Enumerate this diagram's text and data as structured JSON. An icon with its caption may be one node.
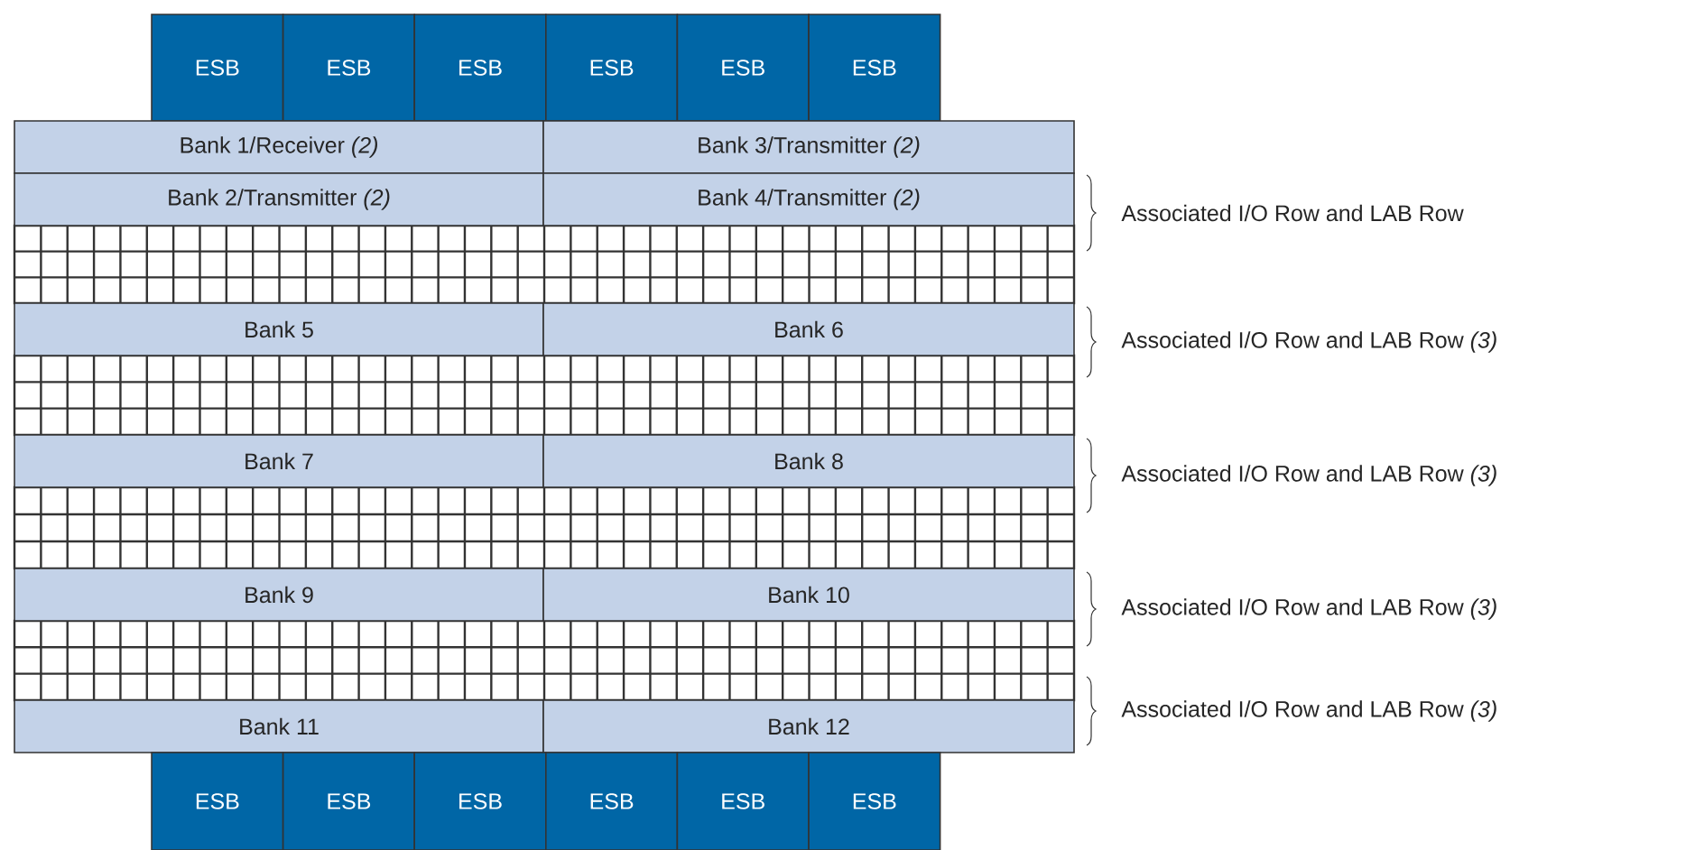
{
  "diagram": {
    "nodes": [
      {
        "text": [
          "ESB"
        ]
      },
      {
        "text": [
          "ESB"
        ]
      },
      {
        "text": [
          "ESB"
        ]
      },
      {
        "text": [
          "ESB"
        ]
      },
      {
        "text": [
          "ESB"
        ]
      },
      {
        "text": [
          "ESB"
        ]
      },
      {
        "text": [
          "Bank 1/Receiver *(2)*"
        ]
      },
      {
        "text": [
          "Bank 3/Transmitter *(2)*"
        ]
      },
      {
        "text": [
          "Bank 2/Transmitter *(2)*"
        ]
      },
      {
        "text": [
          "Bank 4/Transmitter *(2)*"
        ]
      },
      {
        "text": [
          "Bank 5"
        ]
      },
      {
        "text": [
          "Bank 6"
        ]
      },
      {
        "text": [
          "Bank 7"
        ]
      },
      {
        "text": [
          "Bank 8"
        ]
      },
      {
        "text": [
          "Bank 9"
        ]
      },
      {
        "text": [
          "Bank 10"
        ]
      },
      {
        "text": [
          "Bank 11"
        ]
      },
      {
        "text": [
          "Bank 12"
        ]
      },
      {
        "text": [
          "ESB"
        ]
      },
      {
        "text": [
          "ESB"
        ]
      },
      {
        "text": [
          "ESB"
        ]
      },
      {
        "text": [
          "ESB"
        ]
      },
      {
        "text": [
          "ESB"
        ]
      },
      {
        "text": [
          "ESB"
        ]
      }
    ],
    "labels": [
      "Associated I/O Row and LAB Row",
      "Associated I/O Row and LAB Row *(3)*",
      "Associated I/O Row and LAB Row *(3)*",
      "Associated I/O Row and LAB Row *(3)*",
      "Associated I/O Row and LAB Row *(3)*"
    ]
  }
}
